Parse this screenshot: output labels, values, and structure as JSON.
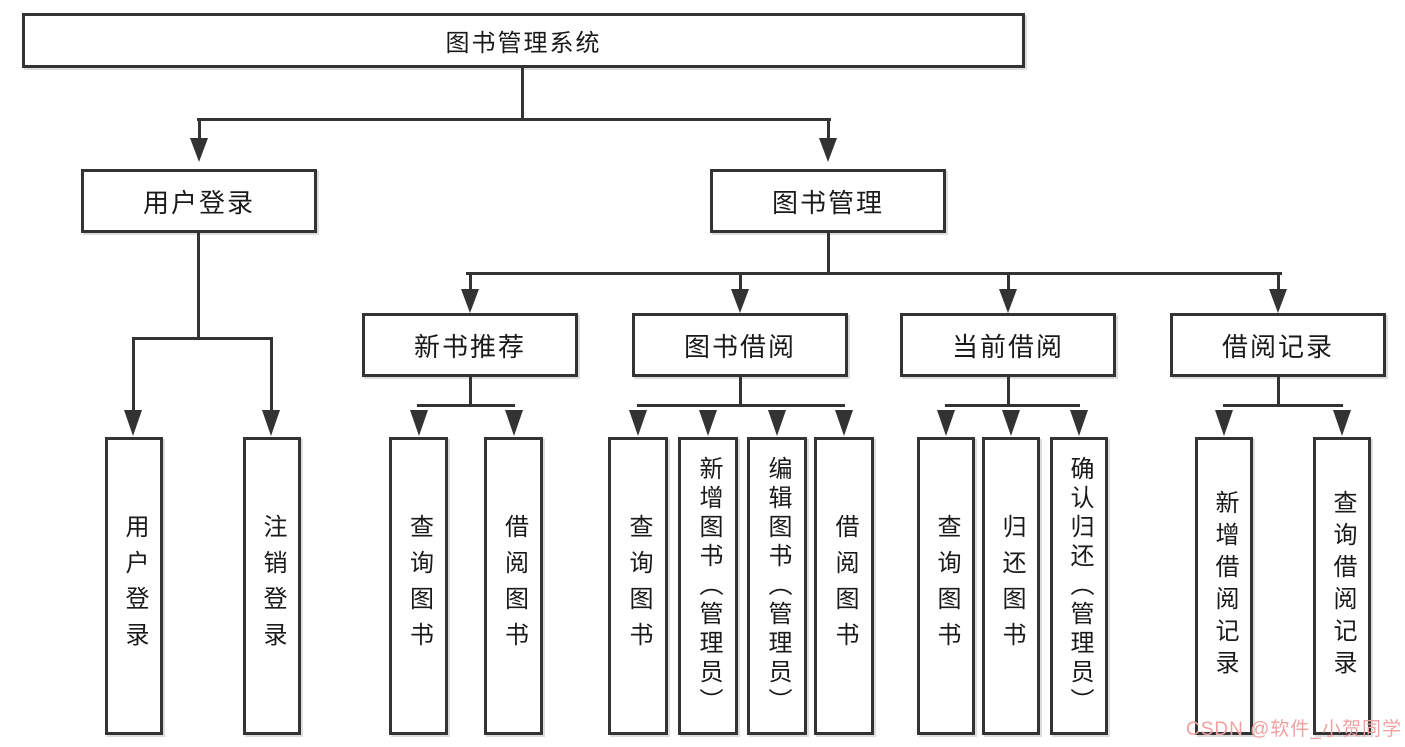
{
  "diagram": {
    "root": {
      "label": "图书管理系统"
    },
    "branches": [
      {
        "label": "用户登录",
        "children": [
          {
            "label": "用户登录"
          },
          {
            "label": "注销登录"
          }
        ]
      },
      {
        "label": "图书管理",
        "children": [
          {
            "label": "新书推荐",
            "children": [
              {
                "label": "查询图书"
              },
              {
                "label": "借阅图书"
              }
            ]
          },
          {
            "label": "图书借阅",
            "children": [
              {
                "label": "查询图书"
              },
              {
                "label": "新增图书（管理员）"
              },
              {
                "label": "编辑图书（管理员）"
              },
              {
                "label": "借阅图书"
              }
            ]
          },
          {
            "label": "当前借阅",
            "children": [
              {
                "label": "查询图书"
              },
              {
                "label": "归还图书"
              },
              {
                "label": "确认归还（管理员）"
              }
            ]
          },
          {
            "label": "借阅记录",
            "children": [
              {
                "label": "新增借阅记录"
              },
              {
                "label": "查询借阅记录"
              }
            ]
          }
        ]
      }
    ],
    "watermark": "CSDN @软件_小贺同学",
    "colors": {
      "line": "#333333",
      "text": "#1a1a1a",
      "watermark": "#f0a1a1",
      "background": "#ffffff"
    }
  }
}
